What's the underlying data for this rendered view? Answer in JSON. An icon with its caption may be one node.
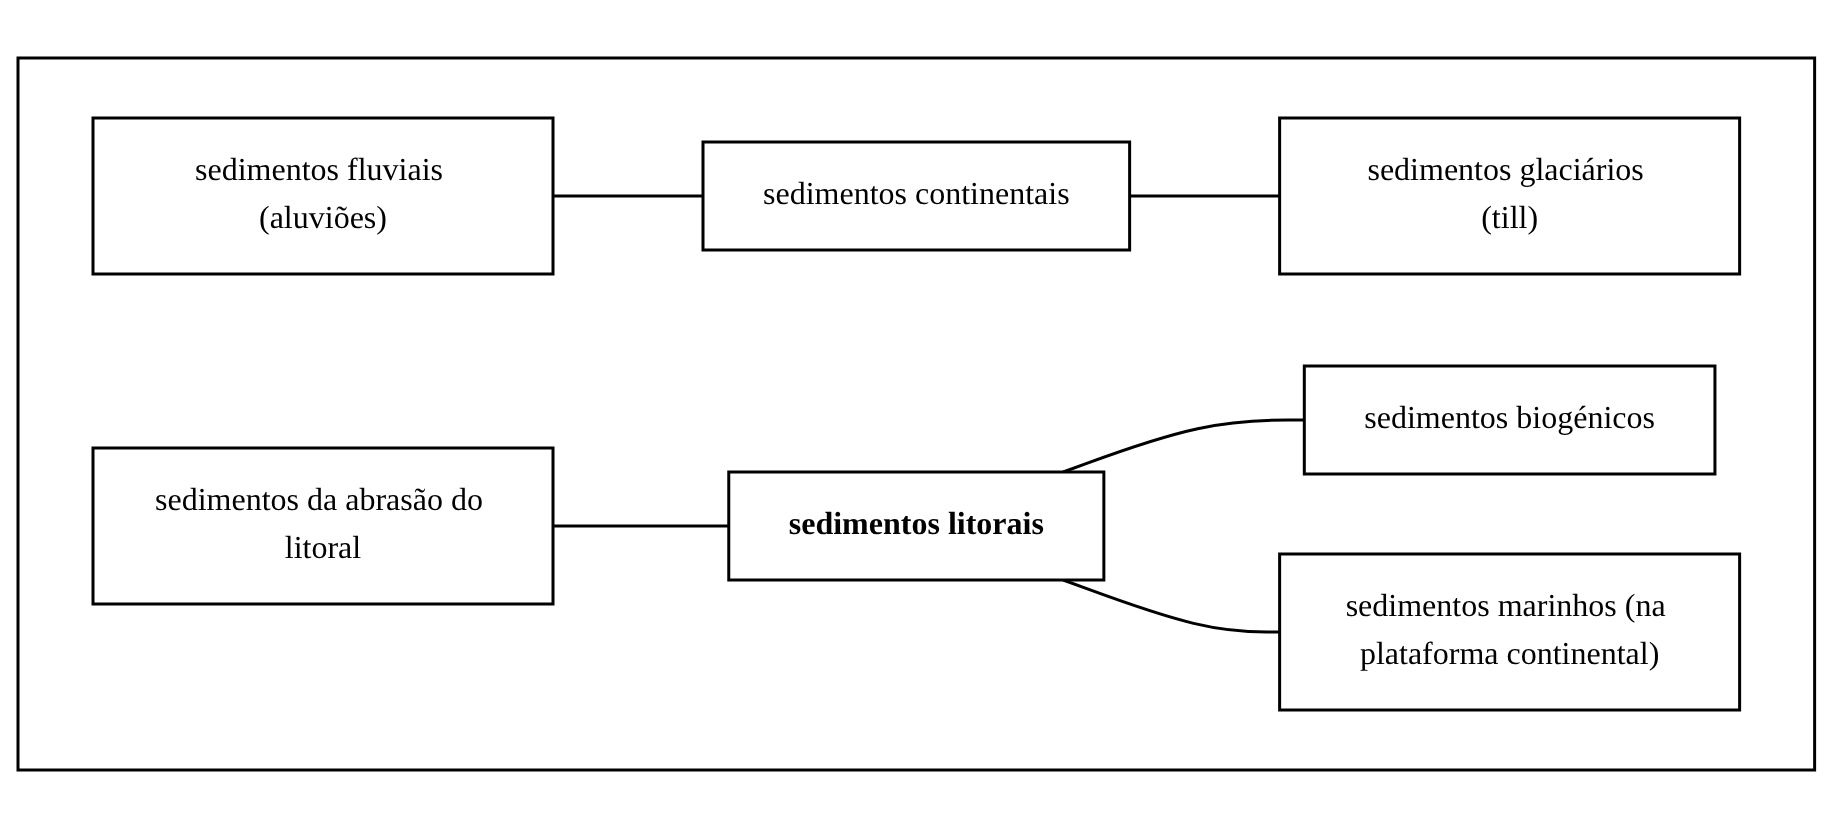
{
  "diagram": {
    "nodes": [
      {
        "text": [],
        "shape": "box"
      },
      {
        "text": [
          "sedimentos fluviais (aluviões)"
        ],
        "in": 0
      },
      {
        "text": [
          "sedimentos continentais"
        ],
        "in": 0
      },
      {
        "text": [
          "sedimentos glaciários (till)"
        ],
        "in": 0
      },
      {
        "text": [
          "sedimentos da abrasão do litoral"
        ],
        "in": 0
      },
      {
        "text": [
          "sedimentos litorais"
        ],
        "in": 0
      },
      {
        "text": [
          "sedimentos biogénicos"
        ],
        "in": 0
      },
      {
        "text": [
          "sedimentos marinhos (na plataforma continental)"
        ],
        "in": 0
      }
    ],
    "edges": [
      {
        "from": 1,
        "to": 2,
        "arrow": "none"
      },
      {
        "from": 2,
        "to": 3,
        "arrow": "none"
      },
      {
        "from": 4,
        "to": 5,
        "arrow": "none"
      },
      {
        "from": 5,
        "to": 6,
        "arrow": "none"
      },
      {
        "from": 5,
        "to": 7,
        "arrow": "none"
      }
    ]
  }
}
